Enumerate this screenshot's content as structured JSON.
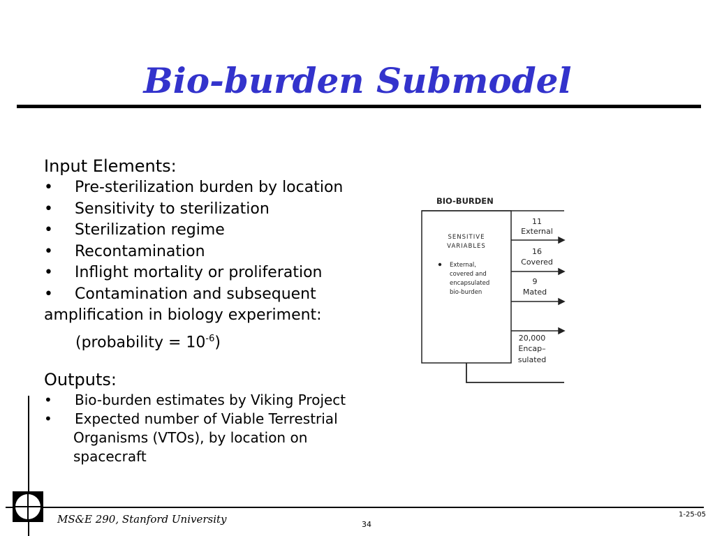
{
  "slide": {
    "title": "Bio-burden Submodel",
    "input_heading": "Input Elements:",
    "inputs": [
      "Pre-sterilization burden by location",
      "Sensitivity to sterilization",
      "Sterilization regime",
      "Recontamination",
      "Inflight mortality or proliferation",
      "Contamination and subsequent"
    ],
    "input_continuation": "amplification in biology experiment:",
    "probability_prefix": "(probability = 10",
    "probability_exponent": "-6",
    "probability_suffix": ")",
    "output_heading": "Outputs:",
    "outputs": [
      "Bio-burden estimates by Viking Project",
      "Expected number of Viable Terrestrial"
    ],
    "output_continuation": [
      "Organisms (VTOs), by location on",
      "spacecraft"
    ]
  },
  "diagram": {
    "header": "BIO-BURDEN",
    "box_title_1": "SENSITIVE",
    "box_title_2": "VARIABLES",
    "bullet_lines": [
      "External,",
      "covered and",
      "encapsulated",
      "bio-burden"
    ],
    "outputs": [
      {
        "value": "11",
        "label": "External"
      },
      {
        "value": "16",
        "label": "Covered"
      },
      {
        "value": "9",
        "label": "Mated"
      },
      {
        "value": "20,000",
        "label": "Encap–",
        "label2": "sulated"
      }
    ]
  },
  "footer": {
    "left": "MS&E 290, Stanford University",
    "page": "34",
    "date": "1-25-05"
  }
}
